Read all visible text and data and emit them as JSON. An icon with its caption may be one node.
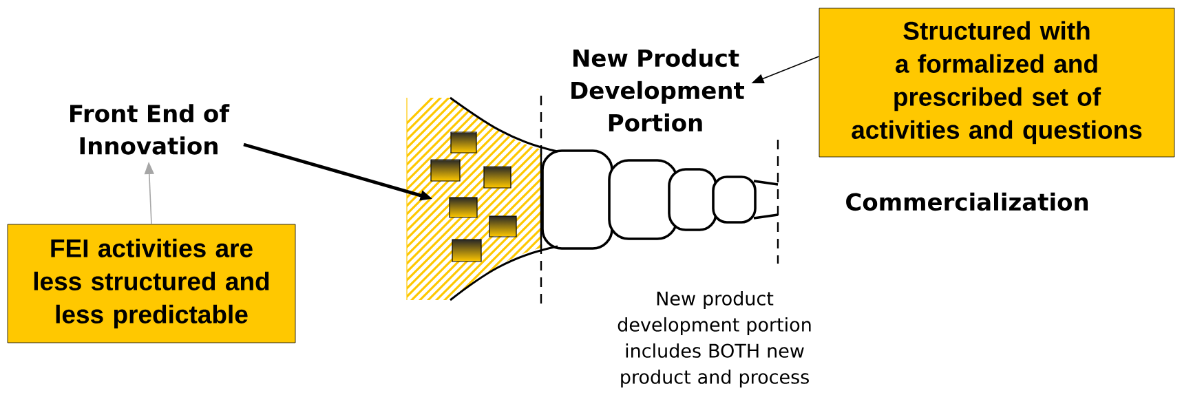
{
  "diagram": {
    "nodes": [
      {
        "text": [
          "Front End of Innovation"
        ]
      },
      {
        "text": [
          "FEI activities are less structured and less predictable"
        ]
      },
      {
        "text": [],
        "shape": "funnel"
      },
      {
        "text": [
          "New Product Development Portion"
        ]
      },
      {
        "text": [
          "Structured with a formalized and prescribed set of activities and questions"
        ]
      }
    ],
    "edges": [
      {
        "from": 1,
        "to": 0,
        "arrow": "to",
        "color": "#a6a6a6"
      },
      {
        "from": 0,
        "to": 2,
        "arrow": "to",
        "style": "thick"
      },
      {
        "from": 4,
        "to": 3,
        "arrow": "to"
      }
    ],
    "labels": [
      "Commercialization",
      "New product development portion includes BOTH new product and process"
    ]
  }
}
